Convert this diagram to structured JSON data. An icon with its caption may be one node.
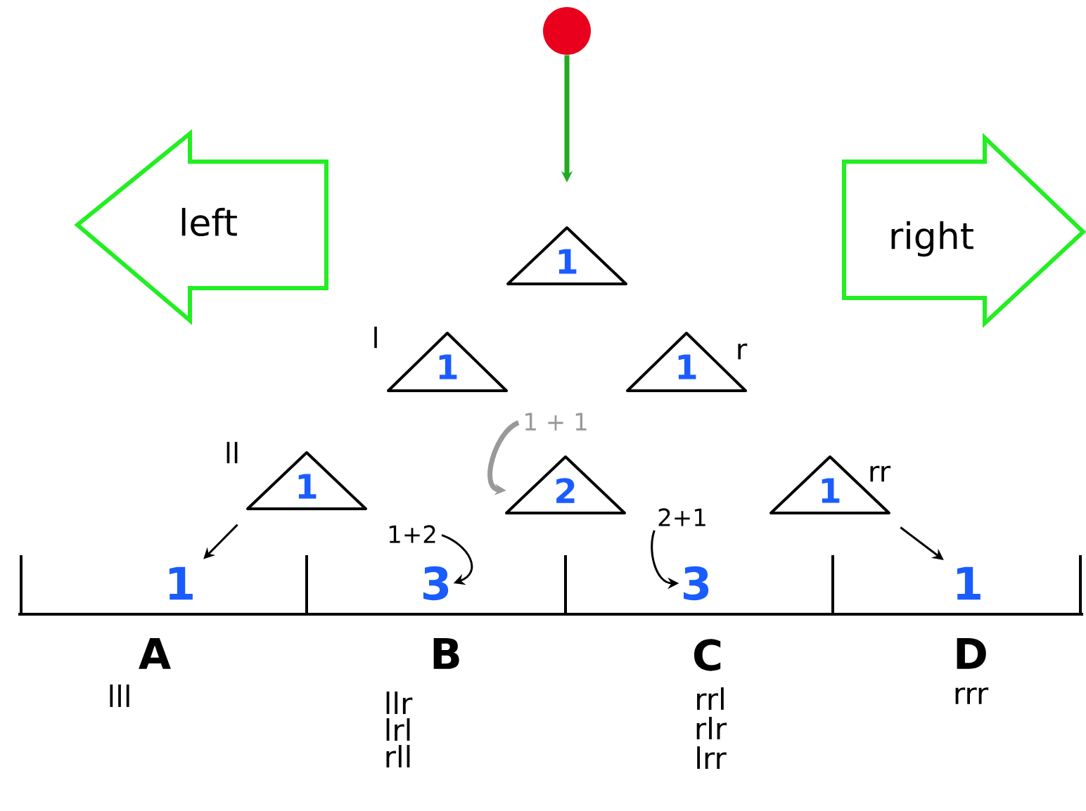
{
  "diagram": {
    "nodes": [
      {
        "text": [],
        "shape": "circle"
      },
      {
        "text": [
          "left"
        ]
      },
      {
        "text": [
          "right"
        ]
      },
      {
        "text": [
          "1"
        ]
      },
      {
        "text": [
          "1"
        ],
        "beside": [
          "l"
        ]
      },
      {
        "text": [
          "1"
        ],
        "beside": [
          "r"
        ]
      },
      {
        "text": [
          "1 + 1"
        ]
      },
      {
        "text": [
          "1"
        ],
        "beside": [
          "ll"
        ]
      },
      {
        "text": [
          "2"
        ]
      },
      {
        "text": [
          "1"
        ],
        "beside": [
          "rr"
        ]
      },
      {
        "text": [
          "1+2"
        ]
      },
      {
        "text": [
          "2+1"
        ]
      },
      {
        "text": [
          "1"
        ],
        "beside": [
          "A",
          "lll"
        ]
      },
      {
        "text": [
          "3"
        ],
        "beside": [
          "B",
          "llr",
          "lrl",
          "rll"
        ]
      },
      {
        "text": [
          "3"
        ],
        "beside": [
          "C",
          "rrl",
          "rlr",
          "lrr"
        ]
      },
      {
        "text": [
          "1"
        ],
        "beside": [
          "D",
          "rrr"
        ]
      }
    ],
    "edges": [
      {
        "from": 0,
        "to": 3,
        "arrow": "to",
        "style": "thick",
        "color": "#22aa22"
      },
      {
        "from": 6,
        "to": 8,
        "arrow": "to",
        "style": "thick",
        "color": "#999999"
      },
      {
        "from": 7,
        "to": 12,
        "arrow": "to"
      },
      {
        "from": 10,
        "to": 13,
        "arrow": "to"
      },
      {
        "from": 11,
        "to": 14,
        "arrow": "to"
      },
      {
        "from": 9,
        "to": 15,
        "arrow": "to"
      }
    ]
  }
}
